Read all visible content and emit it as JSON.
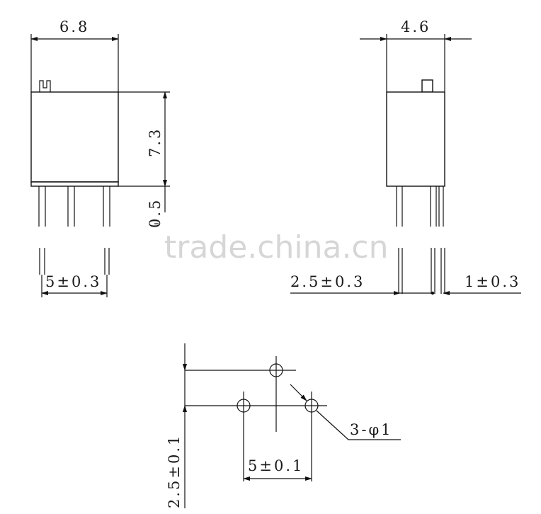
{
  "front_view": {
    "width_label": "6.8",
    "height_label": "7.3",
    "standoff_label": "0.5",
    "pin_pitch_label": "5±0.3"
  },
  "side_view": {
    "width_label": "4.6",
    "pitch_a_label": "2.5±0.3",
    "pitch_b_label": "1±0.3"
  },
  "footprint": {
    "row_pitch_label": "2.5±0.1",
    "col_pitch_label": "5±0.1",
    "hole_label": "3-φ1"
  },
  "watermark": "trade.china.cn"
}
